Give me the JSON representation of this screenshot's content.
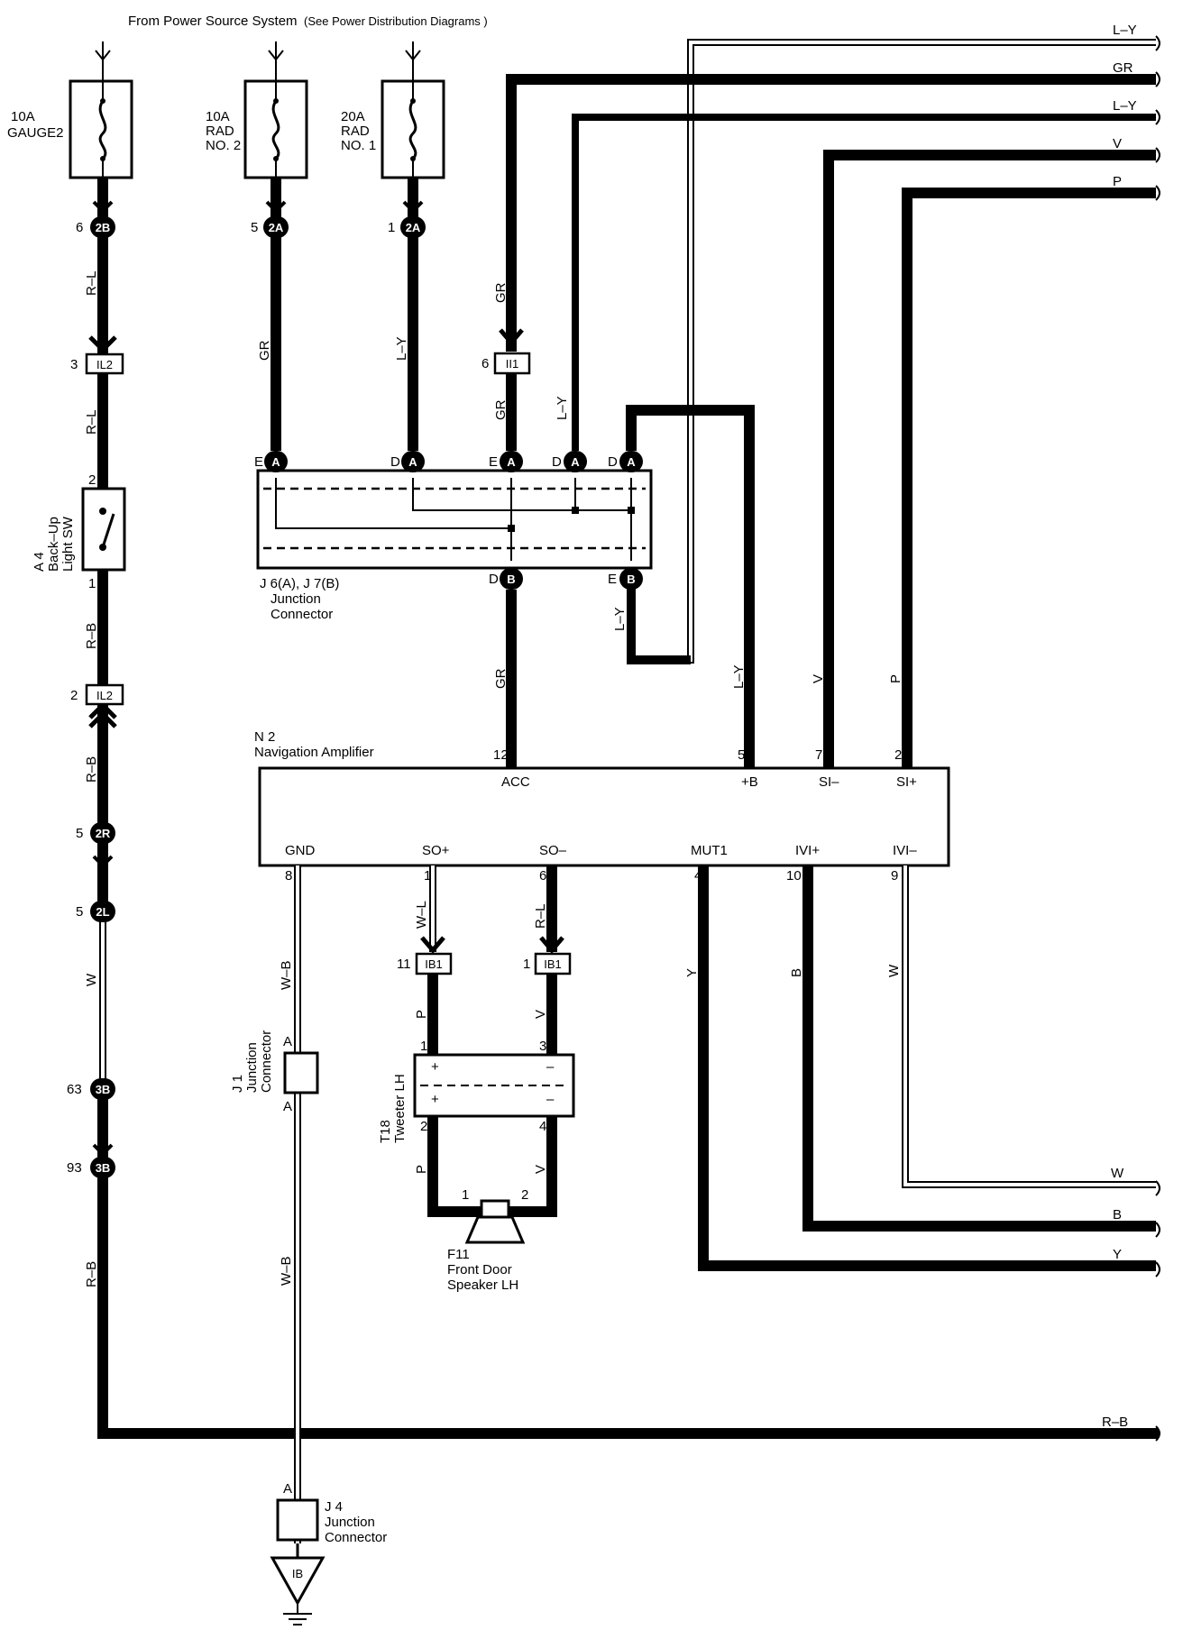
{
  "header": {
    "title": "From Power Source System",
    "note": "(See Power Distribution Diagrams )"
  },
  "fuses": [
    {
      "rating": "10A",
      "name": "GAUGE2"
    },
    {
      "rating": "10A",
      "name": "RAD",
      "name2": "NO. 2"
    },
    {
      "rating": "20A",
      "name": "RAD",
      "name2": "NO. 1"
    }
  ],
  "connector_codes": {
    "c2B": "2B",
    "c2A": "2A",
    "cIL2": "IL2",
    "cII1": "II1",
    "c2R": "2R",
    "c2L": "2L",
    "c3B": "3B",
    "cIB1": "IB1",
    "cA": "A",
    "cB": "B",
    "ground": "IB"
  },
  "pin_numbers": {
    "p6": "6",
    "p5": "5",
    "p1": "1",
    "p3": "3",
    "p2": "2",
    "p12": "12",
    "p7": "7",
    "p8": "8",
    "p4": "4",
    "p10": "10",
    "p9": "9",
    "p11": "11",
    "p63": "63",
    "p93": "93",
    "pE": "E",
    "pD": "D",
    "pA": "A"
  },
  "wire_colors": {
    "RL": "R–L",
    "GR": "GR",
    "LY": "L–Y",
    "RB": "R–B",
    "W": "W",
    "WB": "W–B",
    "WL": "W–L",
    "V": "V",
    "P": "P",
    "Y": "Y",
    "B": "B"
  },
  "components": {
    "backup_sw": {
      "code": "A 4",
      "name1": "Back–Up",
      "name2": "Light SW"
    },
    "junction_j6": {
      "code": "J 6(A), J 7(B)",
      "name1": "Junction",
      "name2": "Connector"
    },
    "nav_amp": {
      "code": "N 2",
      "name": "Navigation Amplifier"
    },
    "junction_j1": {
      "code": "J 1",
      "name1": "Junction",
      "name2": "Connector"
    },
    "tweeter": {
      "code": "T18",
      "name": "Tweeter LH"
    },
    "speaker": {
      "code": "F11",
      "name1": "Front Door",
      "name2": "Speaker LH"
    },
    "junction_j4": {
      "code": "J 4",
      "name1": "Junction",
      "name2": "Connector"
    }
  },
  "nav_terminals": {
    "ACC": "ACC",
    "B": "+B",
    "SIm": "SI–",
    "SIp": "SI+",
    "GND": "GND",
    "SOp": "SO+",
    "SOm": "SO–",
    "MUT1": "MUT1",
    "IVIp": "IVI+",
    "IVIm": "IVI–"
  },
  "tweeter_terms": {
    "plus": "+",
    "minus": "–"
  }
}
